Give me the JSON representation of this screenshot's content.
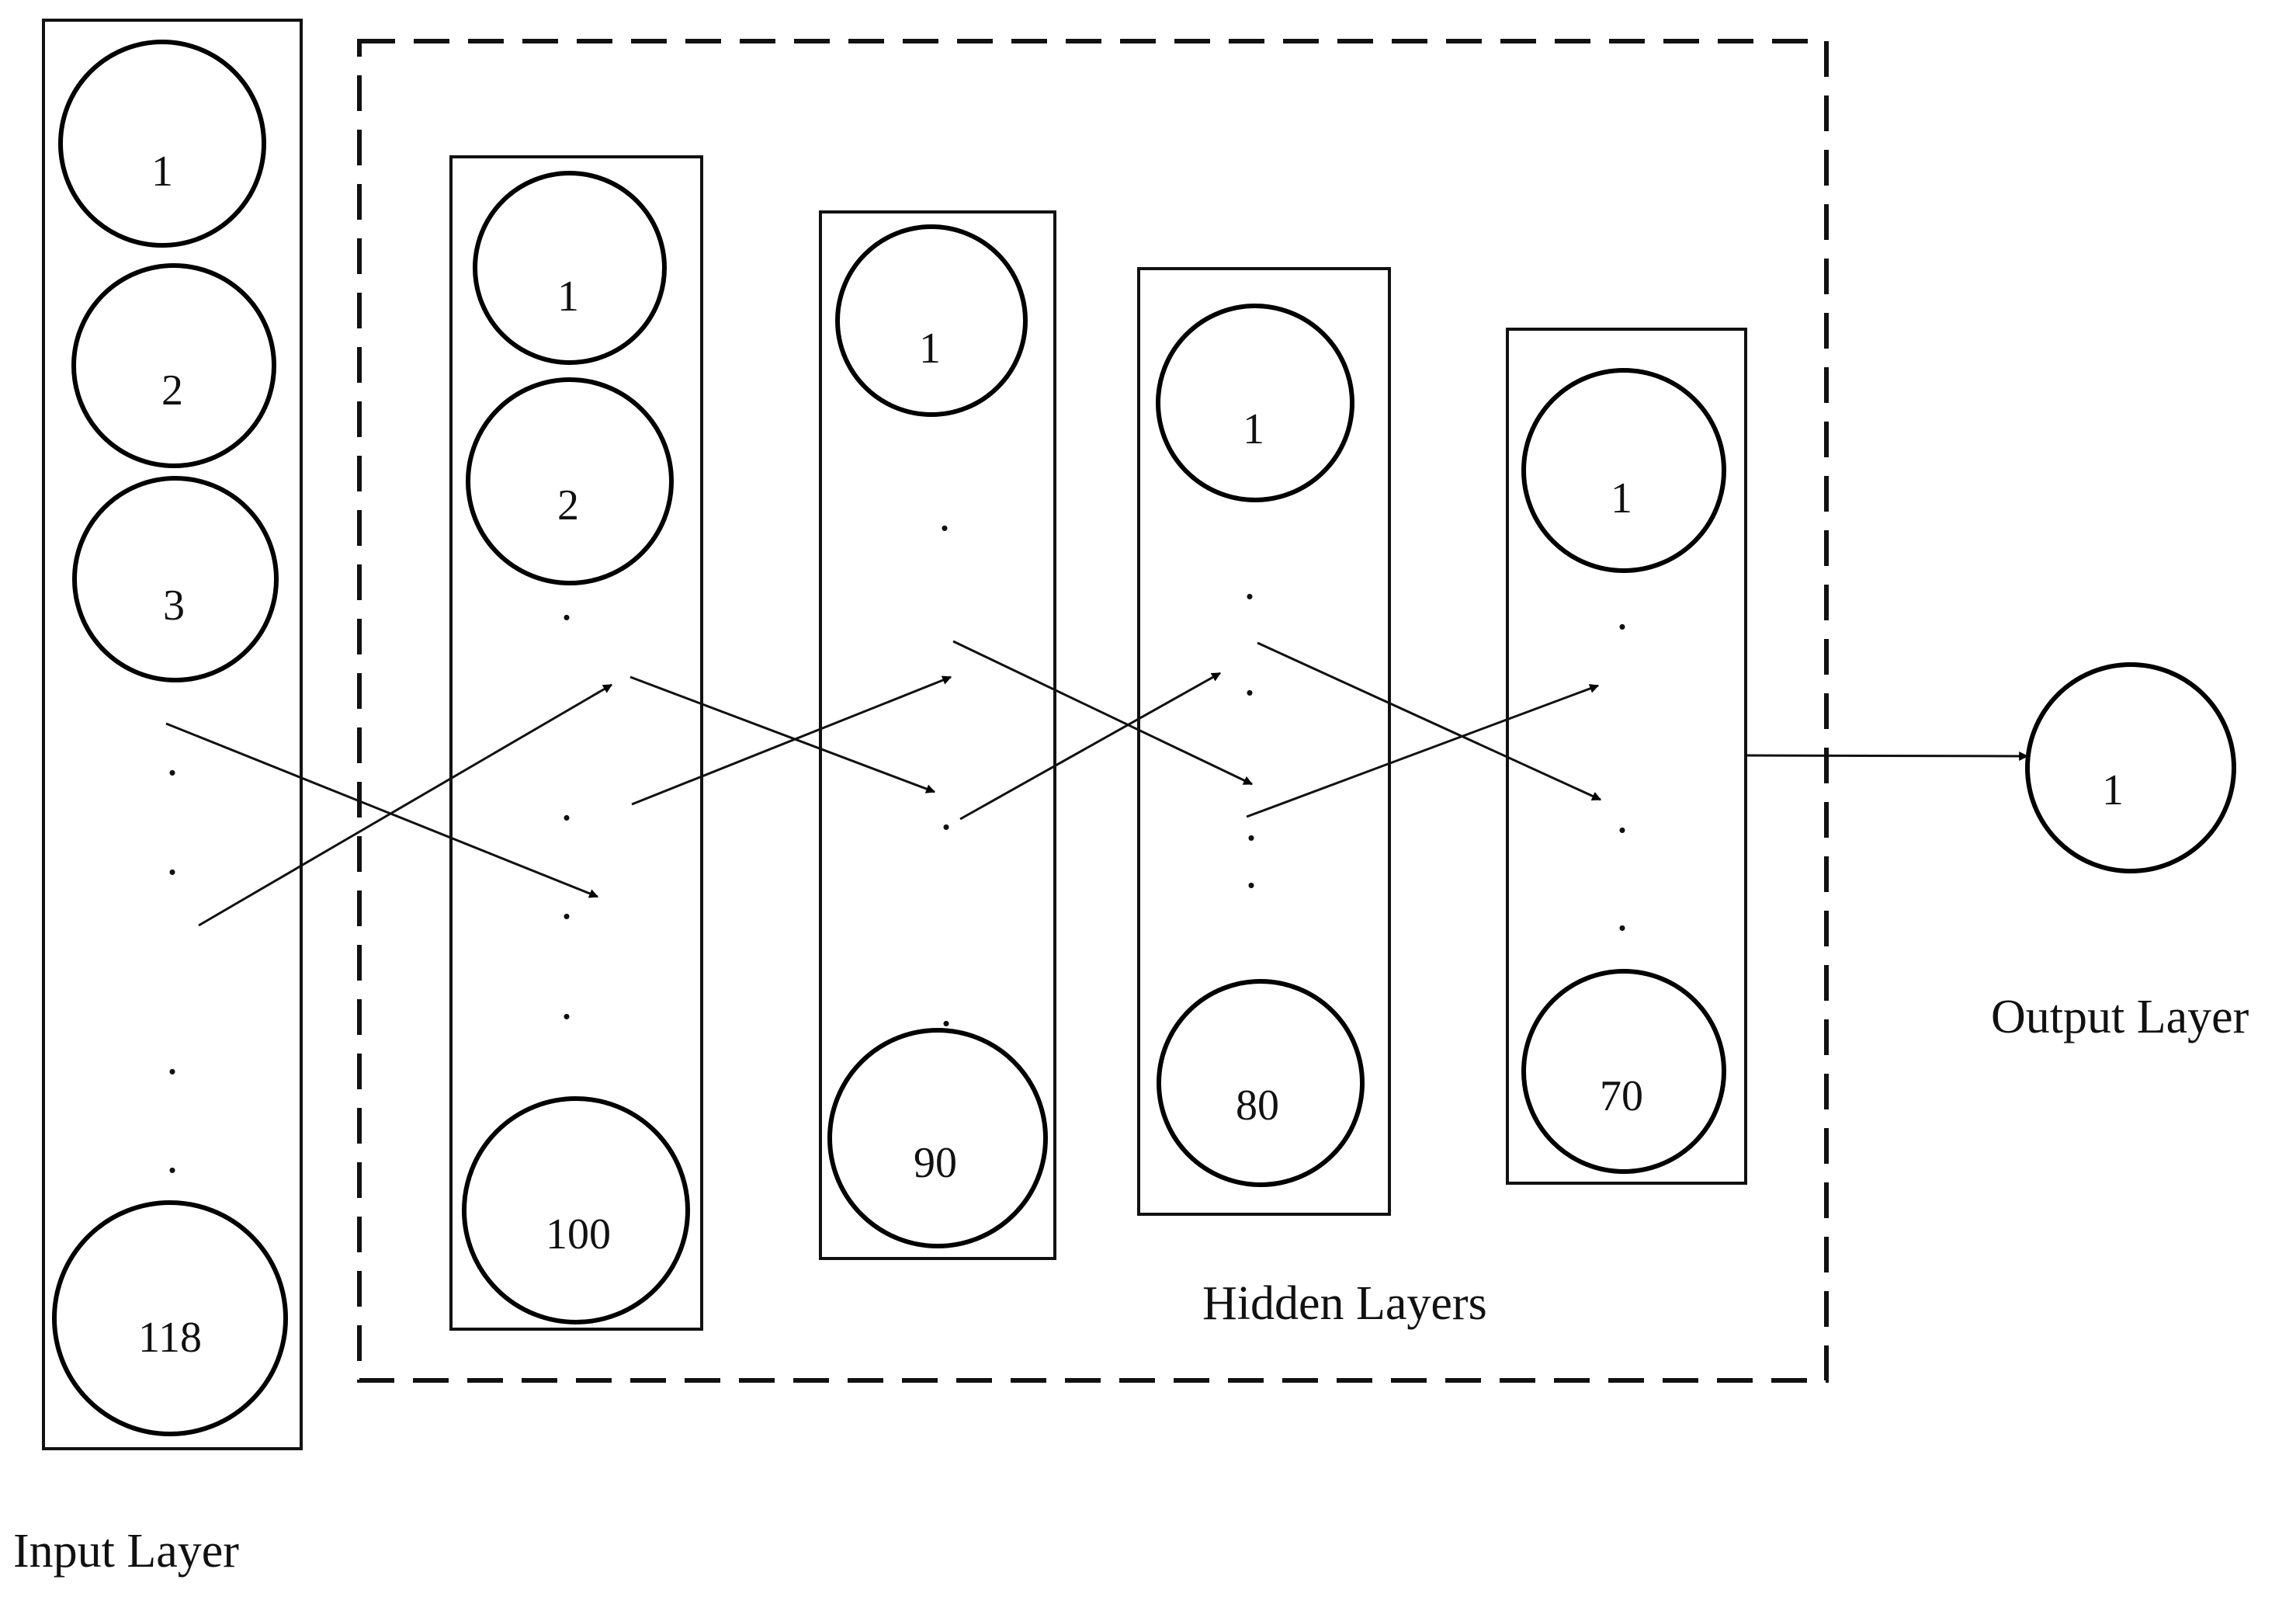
{
  "input_layer": {
    "caption": "Input Layer",
    "neurons": [
      {
        "label": "1"
      },
      {
        "label": "2"
      },
      {
        "label": "3"
      },
      {
        "label": "118"
      }
    ],
    "ellipsis": "."
  },
  "hidden_layers": {
    "caption": "Hidden Layers",
    "layers": [
      {
        "neurons": [
          {
            "label": "1"
          },
          {
            "label": "2"
          },
          {
            "label": "100"
          }
        ]
      },
      {
        "neurons": [
          {
            "label": "1"
          },
          {
            "label": "90"
          }
        ]
      },
      {
        "neurons": [
          {
            "label": "1"
          },
          {
            "label": "80"
          }
        ]
      },
      {
        "neurons": [
          {
            "label": "1"
          },
          {
            "label": "70"
          }
        ]
      }
    ],
    "ellipsis": "."
  },
  "output_layer": {
    "caption": "Output Layer",
    "neurons": [
      {
        "label": "1"
      }
    ]
  }
}
